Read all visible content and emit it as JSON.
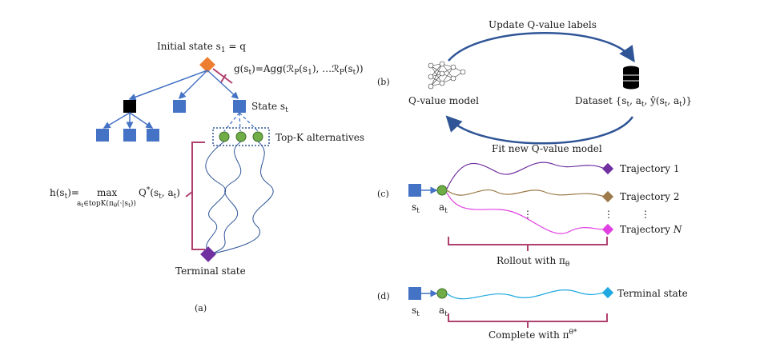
{
  "panel_a": {
    "initial_state": "Initial state s",
    "initial_state_sub": "1",
    "initial_state_rhs": " = q",
    "g_formula": "g(s",
    "g_formula_sub": "t",
    "g_formula_rest": ")=Agg(ℛ",
    "g_formula_p1": "P",
    "g_formula_mid": "(s",
    "g_formula_s1": "1",
    "g_formula_dots": "), …ℛ",
    "g_formula_p2": "P",
    "g_formula_end": "(s",
    "g_formula_st": "t",
    "g_formula_close": "))",
    "state_label": "State s",
    "state_label_sub": "t",
    "topk_label": "Top-K alternatives",
    "h_left": "h(s",
    "h_left_sub": "t",
    "h_left_close": ")=",
    "h_max": "max",
    "h_max_sub": "a",
    "h_max_sub2": "t",
    "h_max_sub3": "∈topK(π",
    "h_max_sub4": "θ",
    "h_max_sub5": "(·|s",
    "h_max_sub6": "t",
    "h_max_sub7": "))",
    "h_q": "Q",
    "h_q_sup": "*",
    "h_q_args": "(s",
    "h_q_args_sub": "t",
    "h_q_args2": ", a",
    "h_q_args_sub2": "t",
    "h_q_close": ")",
    "terminal_label": "Terminal state",
    "caption": "(a)"
  },
  "panel_b": {
    "tag": "(b)",
    "top_label": "Update Q-value labels",
    "bottom_label": "Fit new Q-value model",
    "model_label": "Q-value model",
    "dataset_label": "Dataset {s",
    "dataset_sub1": "t",
    "dataset_mid1": ", a",
    "dataset_sub2": "t",
    "dataset_mid2": ", ŷ(s",
    "dataset_sub3": "t",
    "dataset_mid3": ", a",
    "dataset_sub4": "t",
    "dataset_end": ")}"
  },
  "panel_c": {
    "tag": "(c)",
    "s_label": "s",
    "s_sub": "t",
    "a_label": "a",
    "a_sub": "t",
    "traj1": "Trajectory 1",
    "traj2": "Trajectory 2",
    "trajN": "Trajectory ",
    "trajN_italic": "N",
    "vdots": "⋮",
    "rollout": "Rollout with π",
    "rollout_sub": "θ"
  },
  "panel_d": {
    "tag": "(d)",
    "s_label": "s",
    "s_sub": "t",
    "a_label": "a",
    "a_sub": "t",
    "terminal": "Terminal state",
    "complete": "Complete with π",
    "complete_sub": "θ*"
  },
  "colors": {
    "blue": "#4472c4",
    "blue_dark": "#2f5597",
    "orange": "#ed7d31",
    "green": "#70ad47",
    "purple": "#7030a0",
    "brown": "#9c7a4a",
    "magenta": "#e040e0",
    "cyan": "#1fa9e0",
    "bracket": "#b04070",
    "black": "#000000"
  }
}
